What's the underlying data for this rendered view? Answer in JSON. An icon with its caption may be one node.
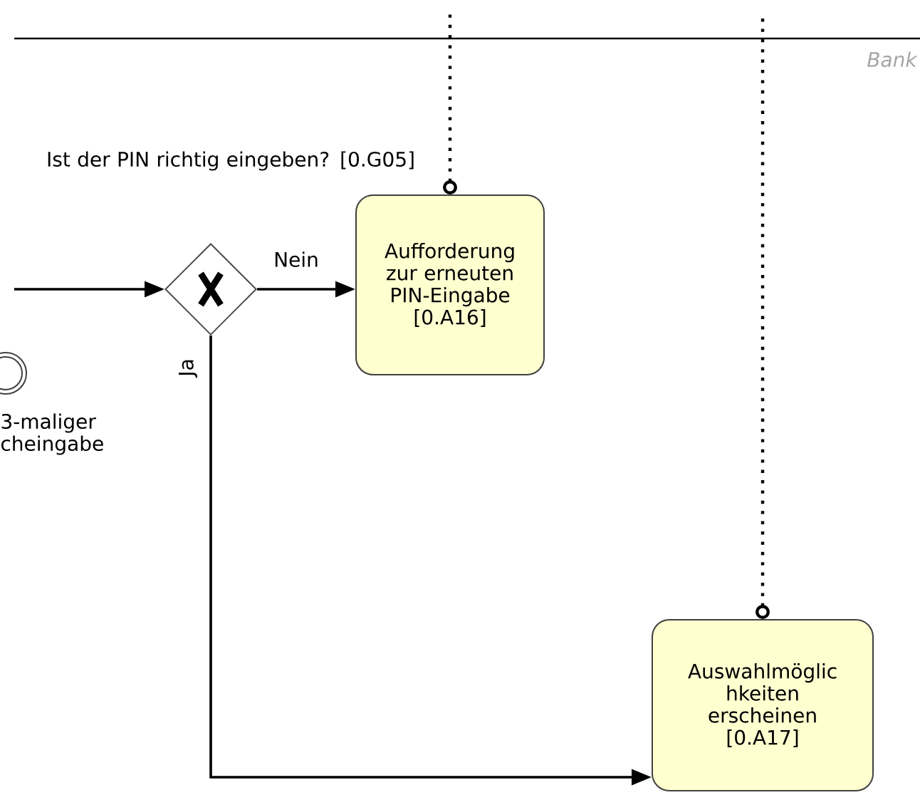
{
  "diagram": {
    "nodes": [
      {
        "text": [],
        "shape": "diamond"
      },
      {
        "text": [
          "Aufforderung zur erneuten PIN-Eingabe",
          "[0.A16]"
        ]
      },
      {
        "text": [
          "Auswahlmöglic hkeiten erscheinen",
          "[0.A17]"
        ]
      },
      {
        "text": [],
        "shape": "circle",
        "beside": [
          "3-maliger cheingabe"
        ]
      }
    ],
    "edges": [
      {
        "from": null,
        "to": 0,
        "arrow": "to"
      },
      {
        "from": 0,
        "to": 1,
        "arrow": "to",
        "label": "Nein"
      },
      {
        "from": 0,
        "to": 2,
        "arrow": "to",
        "label": "Ja"
      },
      {
        "from": 1,
        "to": null,
        "arrow": "other",
        "style": "dashed"
      },
      {
        "from": 2,
        "to": null,
        "arrow": "other",
        "style": "dashed"
      }
    ],
    "labels": [
      "Ist der PIN richtig eingeben? [0.G05]",
      "Bank"
    ]
  }
}
